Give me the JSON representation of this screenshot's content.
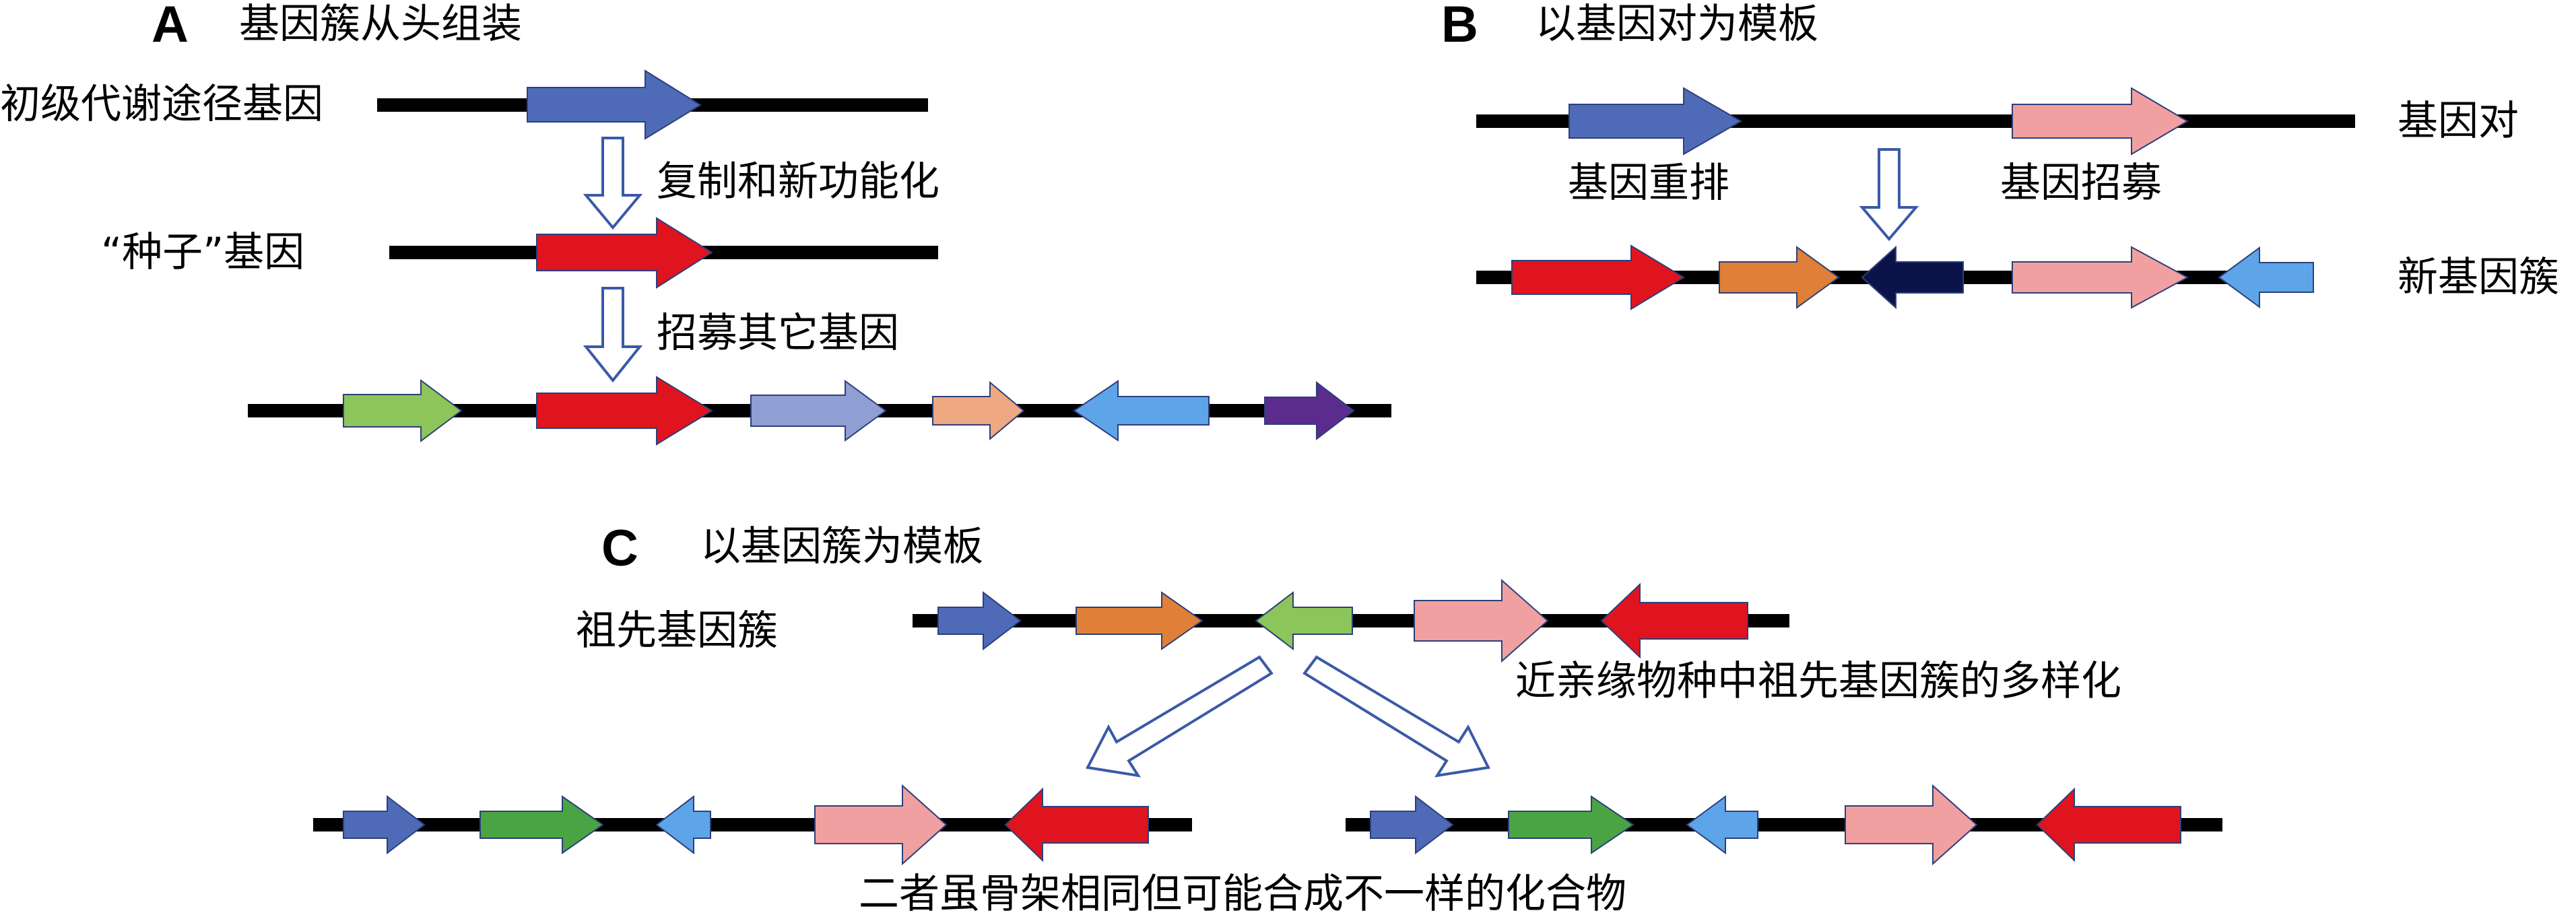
{
  "colors": {
    "blue": "#4f6bb8",
    "red": "#e0141e",
    "light_green": "#8cc65a",
    "lavender": "#8f9fd4",
    "peach": "#eea882",
    "sky_blue": "#5ea4e8",
    "purple": "#5b2c8e",
    "orange": "#e07f38",
    "navy": "#0b1348",
    "pink": "#f0a0a0",
    "green": "#4aa443",
    "dark_red": "#c5101a",
    "line": "#000000"
  },
  "panel_a": {
    "letter": "A",
    "title": "基因簇从头组装",
    "primary_label": "初级代谢途径基因",
    "step1": "复制和新功能化",
    "seed_label": "“种子”基因",
    "step2": "招募其它基因"
  },
  "panel_b": {
    "letter": "B",
    "title": "以基因对为模板",
    "pair_label": "基因对",
    "rearrange": "基因重排",
    "recruit": "基因招募",
    "new_cluster": "新基因簇"
  },
  "panel_c": {
    "letter": "C",
    "title": "以基因簇为模板",
    "ancestor_label": "祖先基因簇",
    "diversify": "近亲缘物种中祖先基因簇的多样化",
    "bottom_note": "二者虽骨架相同但可能合成不一样的化合物"
  }
}
